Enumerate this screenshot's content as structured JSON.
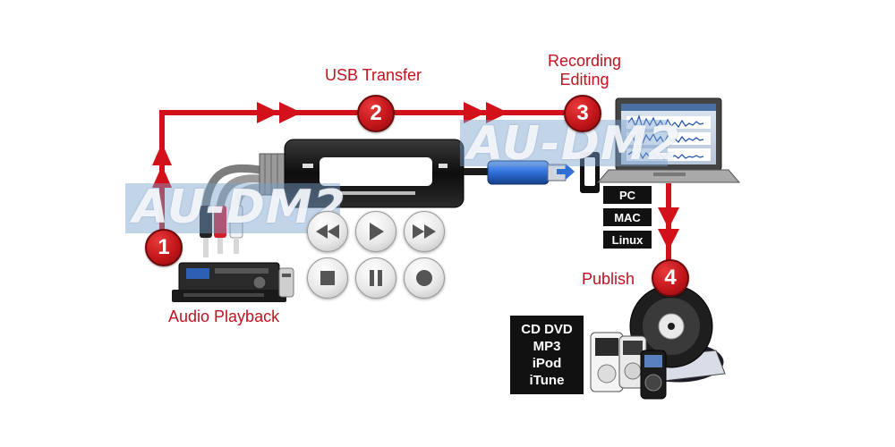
{
  "watermark": "AU-DM2",
  "steps": [
    {
      "number": "1"
    },
    {
      "number": "2",
      "label": "USB Transfer"
    },
    {
      "number": "3",
      "label_lines": [
        "Recording",
        "Editing"
      ]
    },
    {
      "number": "4",
      "label": "Publish"
    }
  ],
  "source_label": "Audio Playback",
  "platforms": [
    "PC",
    "MAC",
    "Linux"
  ],
  "media_formats": [
    "CD DVD",
    "MP3",
    "iPod",
    "iTune"
  ],
  "controls": [
    "rewind",
    "play",
    "fast-forward",
    "stop",
    "pause",
    "record"
  ],
  "colors": {
    "accent_red": "#c1121f",
    "arrow_red": "#d3111a",
    "watermark_band": "#7aa0cd",
    "usb_blue": "#2f6fd6"
  }
}
